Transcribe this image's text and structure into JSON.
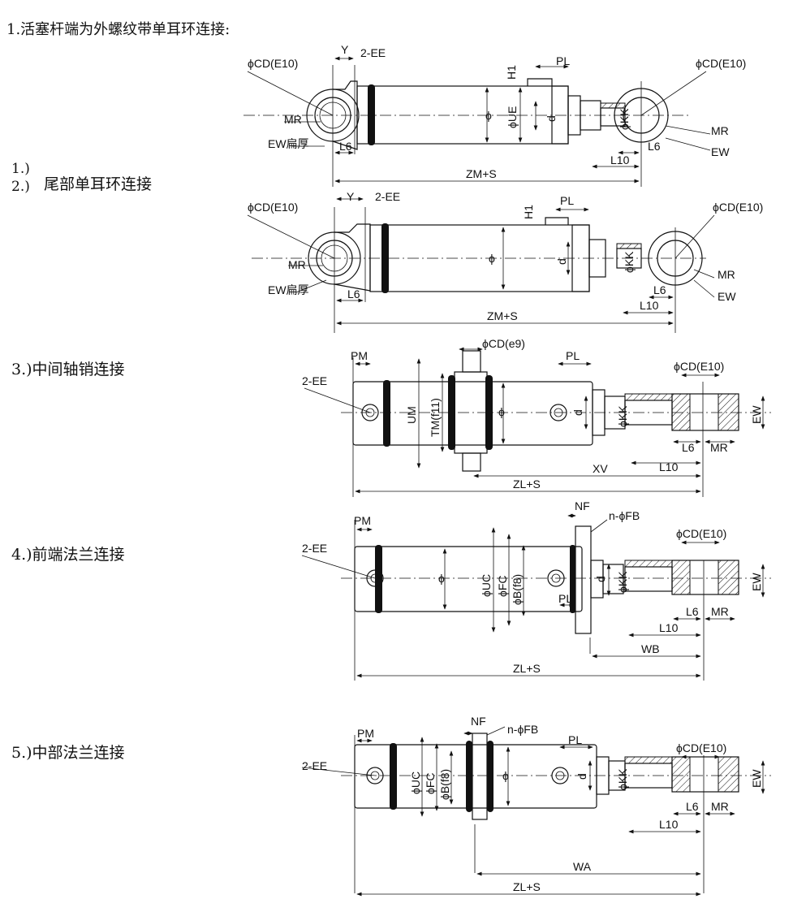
{
  "title": "1.活塞杆端为外螺纹带单耳环连接:",
  "sections": [
    {
      "num1": "1.)",
      "num2": "2.)",
      "label": "尾部单耳环连接"
    },
    {
      "label": "3.)中间轴销连接"
    },
    {
      "label": "4.)前端法兰连接"
    },
    {
      "label": "5.)中部法兰连接"
    }
  ],
  "drawing1": {
    "cd_left": "ϕCD(E10)",
    "y": "Y",
    "ee": "2-EE",
    "h1": "H1",
    "pl": "PL",
    "cd_right": "ϕCD(E10)",
    "mr_left": "MR",
    "ew_left": "EW扁厚",
    "l6_left": "L6",
    "ue": "ϕUE",
    "d": "d",
    "kk": "ϕKK",
    "mr_right": "MR",
    "ew_right": "EW",
    "l6_right": "L6",
    "l10": "L10",
    "zm": "ZM+S",
    "phi": "ϕ"
  },
  "drawing2": {
    "cd_left": "ϕCD(E10)",
    "y": "Y",
    "ee": "2-EE",
    "h1": "H1",
    "pl": "PL",
    "cd_right": "ϕCD(E10)",
    "mr_left": "MR",
    "ew_left": "EW扁厚",
    "l6_left": "L6",
    "d": "d",
    "kk": "ϕKK",
    "mr_right": "MR",
    "ew_right": "EW",
    "l6_right": "L6",
    "l10": "L10",
    "zm": "ZM+S",
    "phi": "ϕ"
  },
  "drawing3": {
    "pm": "PM",
    "cd_e9": "ϕCD(e9)",
    "pl": "PL",
    "cd": "ϕCD(E10)",
    "ee": "2-EE",
    "um": "UM",
    "tm": "TM(f11)",
    "d": "d",
    "kk": "ϕKK",
    "ew": "EW",
    "l6": "L6",
    "mr": "MR",
    "l10": "L10",
    "xv": "XV",
    "zl": "ZL+S",
    "phi": "ϕ"
  },
  "drawing4": {
    "nf": "NF",
    "fb": "n-ϕFB",
    "pm": "PM",
    "cd": "ϕCD(E10)",
    "ee": "2-EE",
    "uc": "ϕUC",
    "fc": "ϕFC",
    "b": "ϕB(f8)",
    "d": "d",
    "kk": "ϕKK",
    "ew": "EW",
    "pl": "PL",
    "l6": "L6",
    "mr": "MR",
    "l10": "L10",
    "wb": "WB",
    "zl": "ZL+S",
    "phi": "ϕ"
  },
  "drawing5": {
    "nf": "NF",
    "fb": "n-ϕFB",
    "pm": "PM",
    "pl": "PL",
    "cd": "ϕCD(E10)",
    "ee": "2-EE",
    "uc": "ϕUC",
    "fc": "ϕFC",
    "b": "ϕB(f8)",
    "d": "d",
    "kk": "ϕKK",
    "ew": "EW",
    "l6": "L6",
    "mr": "MR",
    "l10": "L10",
    "wa": "WA",
    "zl": "ZL+S",
    "phi": "ϕ"
  }
}
